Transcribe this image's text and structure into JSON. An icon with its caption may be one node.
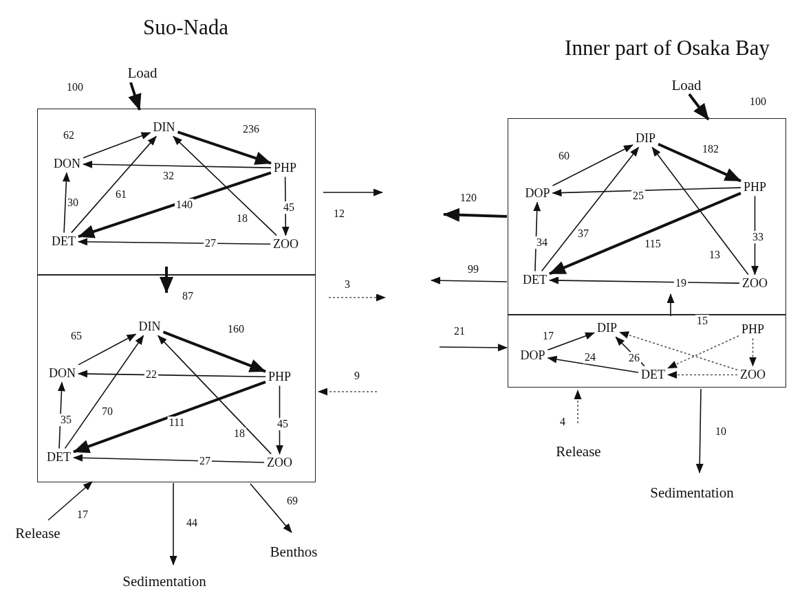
{
  "diagram": {
    "nodes": [
      {
        "text": [],
        "shape": "box"
      },
      {
        "text": [
          "DIN"
        ],
        "in": 0
      },
      {
        "text": [
          "DON"
        ],
        "in": 0
      },
      {
        "text": [
          "PHP"
        ],
        "in": 0
      },
      {
        "text": [
          "DET"
        ],
        "in": 0
      },
      {
        "text": [
          "ZOO"
        ],
        "in": 0
      },
      {
        "text": [],
        "shape": "box"
      },
      {
        "text": [
          "DIN"
        ],
        "in": 6
      },
      {
        "text": [
          "DON"
        ],
        "in": 6
      },
      {
        "text": [
          "PHP"
        ],
        "in": 6
      },
      {
        "text": [
          "DET"
        ],
        "in": 6
      },
      {
        "text": [
          "ZOO"
        ],
        "in": 6
      },
      {
        "text": [
          "Load"
        ]
      },
      {
        "text": [
          "Release"
        ]
      },
      {
        "text": [
          "Sedimentation"
        ]
      },
      {
        "text": [
          "Benthos"
        ]
      },
      {
        "text": [],
        "shape": "box"
      },
      {
        "text": [
          "DIP"
        ],
        "in": 16
      },
      {
        "text": [
          "DOP"
        ],
        "in": 16
      },
      {
        "text": [
          "PHP"
        ],
        "in": 16
      },
      {
        "text": [
          "DET"
        ],
        "in": 16
      },
      {
        "text": [
          "ZOO"
        ],
        "in": 16
      },
      {
        "text": [],
        "shape": "box"
      },
      {
        "text": [
          "DIP"
        ],
        "in": 22
      },
      {
        "text": [
          "DOP"
        ],
        "in": 22
      },
      {
        "text": [
          "PHP"
        ],
        "in": 22
      },
      {
        "text": [
          "DET"
        ],
        "in": 22
      },
      {
        "text": [
          "ZOO"
        ],
        "in": 22
      },
      {
        "text": [
          "Load"
        ]
      },
      {
        "text": [
          "Release"
        ]
      },
      {
        "text": [
          "Sedimentation"
        ]
      }
    ],
    "edges": [
      {
        "from": 12,
        "to": 0,
        "arrow": "to",
        "label": "100",
        "style": "thick"
      },
      {
        "from": 2,
        "to": 1,
        "arrow": "to",
        "label": "62"
      },
      {
        "from": 1,
        "to": 3,
        "arrow": "to",
        "label": "236",
        "style": "thick"
      },
      {
        "from": 3,
        "to": 2,
        "arrow": "to",
        "label": "32"
      },
      {
        "from": 4,
        "to": 1,
        "arrow": "to",
        "label": "61"
      },
      {
        "from": 5,
        "to": 1,
        "arrow": "to",
        "label": "18"
      },
      {
        "from": 3,
        "to": 4,
        "arrow": "to",
        "label": "140",
        "style": "thick"
      },
      {
        "from": 3,
        "to": 5,
        "arrow": "to",
        "label": "45"
      },
      {
        "from": 4,
        "to": 2,
        "arrow": "to",
        "label": "30"
      },
      {
        "from": 5,
        "to": 4,
        "arrow": "to",
        "label": "27"
      },
      {
        "from": 0,
        "to": 6,
        "arrow": "to",
        "label": "87",
        "style": "thick"
      },
      {
        "from": 0,
        "to": null,
        "arrow": "to",
        "label": "12"
      },
      {
        "from": 6,
        "to": null,
        "arrow": "to",
        "label": "3",
        "style": "dashed"
      },
      {
        "from": null,
        "to": 6,
        "arrow": "to",
        "label": "9",
        "style": "dashed"
      },
      {
        "from": 8,
        "to": 7,
        "arrow": "to",
        "label": "65"
      },
      {
        "from": 7,
        "to": 9,
        "arrow": "to",
        "label": "160",
        "style": "thick"
      },
      {
        "from": 9,
        "to": 8,
        "arrow": "to",
        "label": "22"
      },
      {
        "from": 10,
        "to": 7,
        "arrow": "to",
        "label": "70"
      },
      {
        "from": 11,
        "to": 7,
        "arrow": "to",
        "label": "18"
      },
      {
        "from": 9,
        "to": 10,
        "arrow": "to",
        "label": "111",
        "style": "thick"
      },
      {
        "from": 9,
        "to": 11,
        "arrow": "to",
        "label": "45"
      },
      {
        "from": 10,
        "to": 8,
        "arrow": "to",
        "label": "35"
      },
      {
        "from": 11,
        "to": 10,
        "arrow": "to",
        "label": "27"
      },
      {
        "from": 13,
        "to": 6,
        "arrow": "to",
        "label": "17"
      },
      {
        "from": 6,
        "to": 14,
        "arrow": "to",
        "label": "44"
      },
      {
        "from": 6,
        "to": 15,
        "arrow": "to",
        "label": "69"
      },
      {
        "from": 28,
        "to": 16,
        "arrow": "to",
        "label": "100",
        "style": "thick"
      },
      {
        "from": 18,
        "to": 17,
        "arrow": "to",
        "label": "60"
      },
      {
        "from": 17,
        "to": 19,
        "arrow": "to",
        "label": "182",
        "style": "thick"
      },
      {
        "from": 19,
        "to": 18,
        "arrow": "to",
        "label": "25"
      },
      {
        "from": 20,
        "to": 17,
        "arrow": "to",
        "label": "37"
      },
      {
        "from": 21,
        "to": 17,
        "arrow": "to",
        "label": "13"
      },
      {
        "from": 19,
        "to": 20,
        "arrow": "to",
        "label": "115",
        "style": "thick"
      },
      {
        "from": 19,
        "to": 21,
        "arrow": "to",
        "label": "33"
      },
      {
        "from": 20,
        "to": 18,
        "arrow": "to",
        "label": "34"
      },
      {
        "from": 21,
        "to": 20,
        "arrow": "to",
        "label": "19"
      },
      {
        "from": 16,
        "to": null,
        "arrow": "to",
        "label": "120",
        "style": "thick"
      },
      {
        "from": 16,
        "to": null,
        "arrow": "to",
        "label": "99"
      },
      {
        "from": null,
        "to": 22,
        "arrow": "to",
        "label": "21"
      },
      {
        "from": 22,
        "to": 16,
        "arrow": "to",
        "label": "15"
      },
      {
        "from": 24,
        "to": 23,
        "arrow": "to",
        "label": "17"
      },
      {
        "from": 26,
        "to": 24,
        "arrow": "to",
        "label": "24"
      },
      {
        "from": 26,
        "to": 23,
        "arrow": "to",
        "label": "26"
      },
      {
        "from": 27,
        "to": 23,
        "arrow": "to",
        "style": "dashed"
      },
      {
        "from": 25,
        "to": 26,
        "arrow": "to",
        "style": "dashed"
      },
      {
        "from": 25,
        "to": 27,
        "arrow": "to",
        "style": "dashed"
      },
      {
        "from": 27,
        "to": 26,
        "arrow": "to",
        "style": "dashed"
      },
      {
        "from": 29,
        "to": 22,
        "arrow": "to",
        "label": "4",
        "style": "dashed"
      },
      {
        "from": 22,
        "to": 30,
        "arrow": "to",
        "label": "10"
      }
    ],
    "labels": [
      "Suo-Nada",
      "Inner part of Osaka Bay"
    ]
  }
}
